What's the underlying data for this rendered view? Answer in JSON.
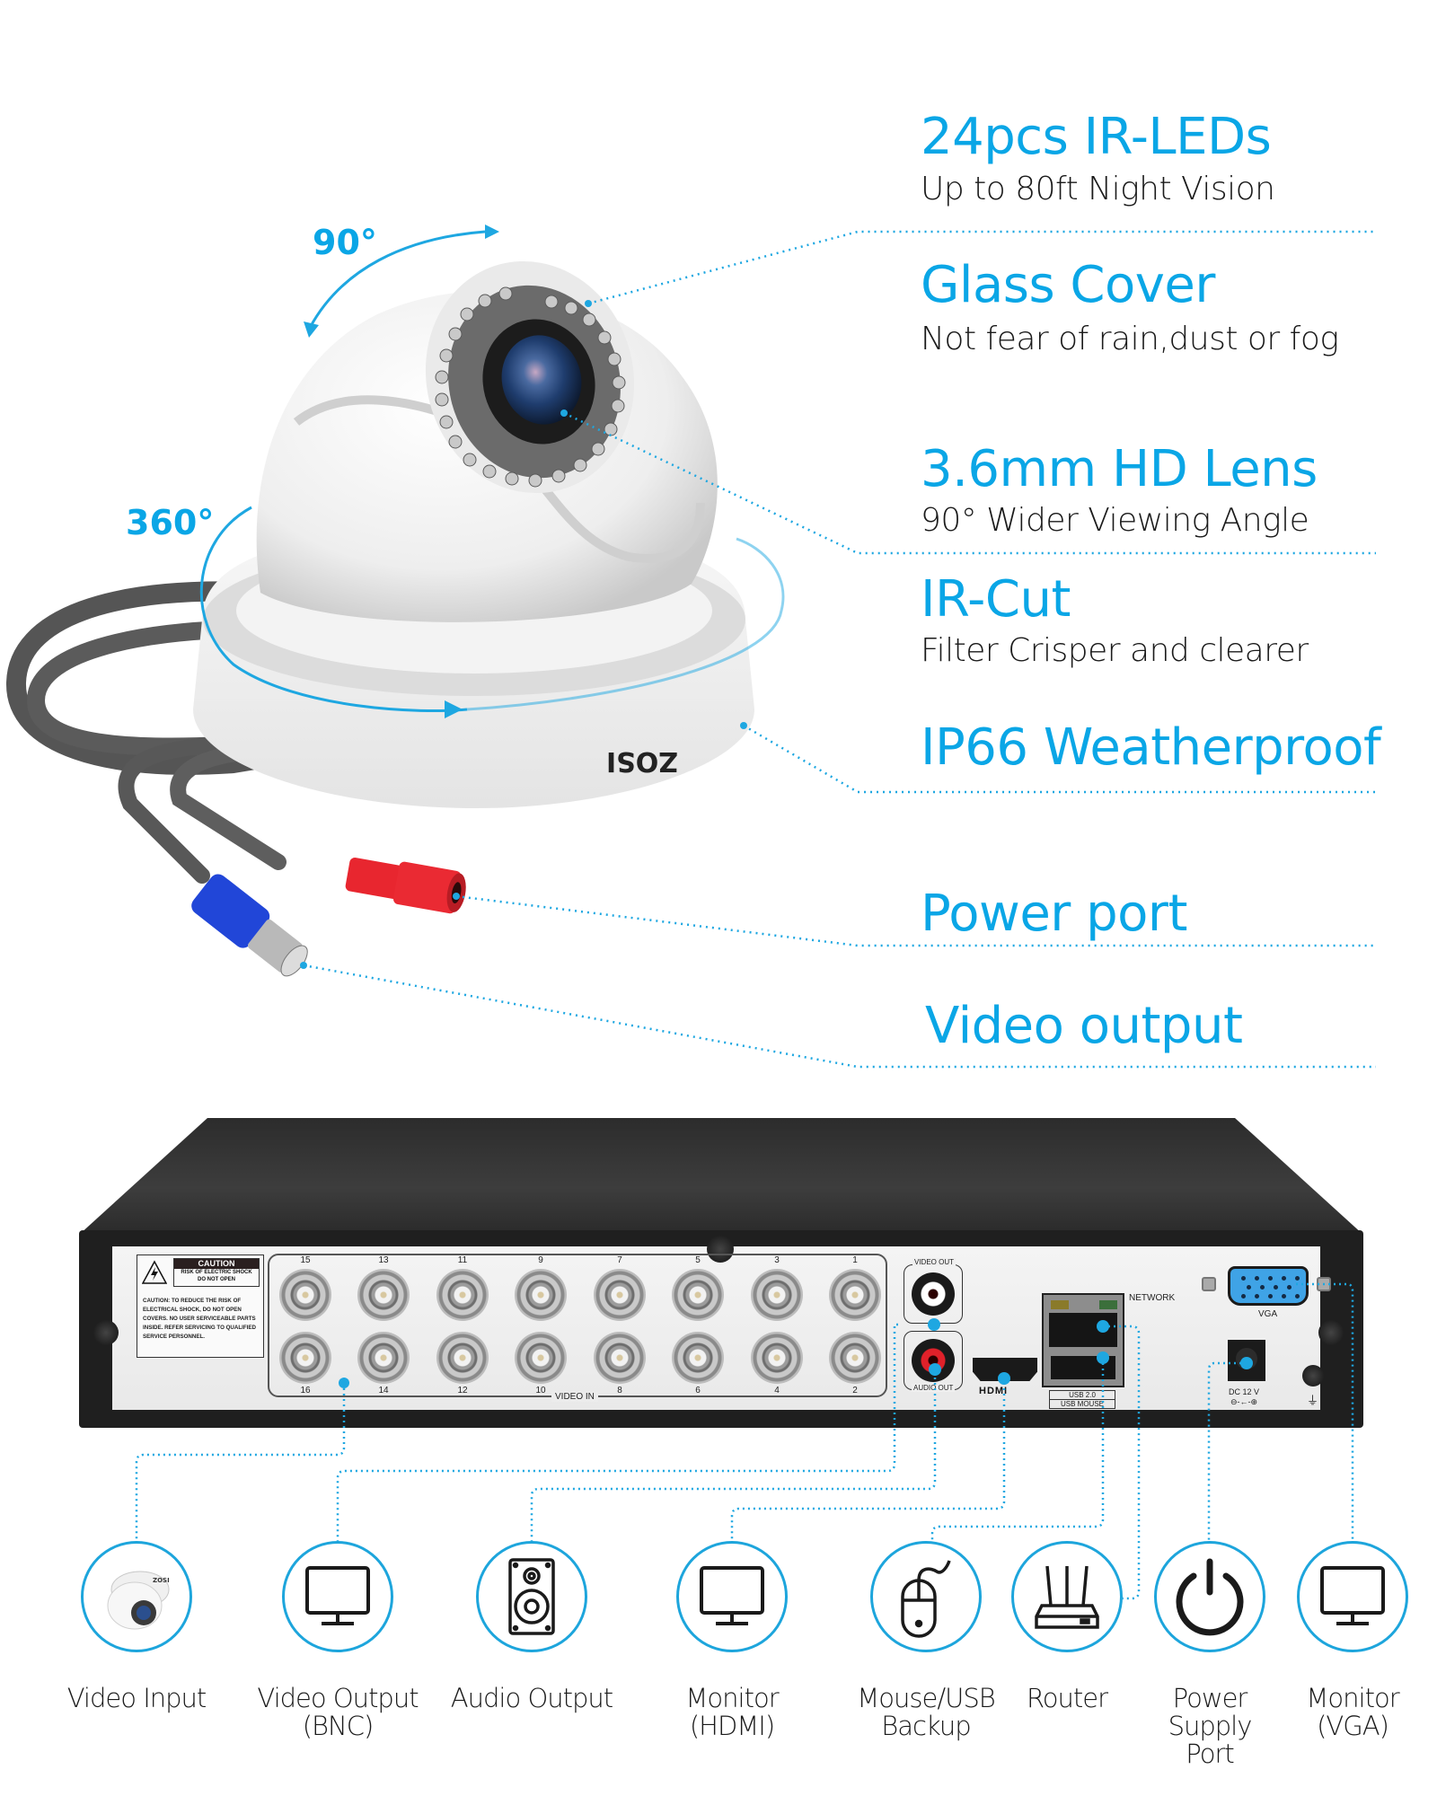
{
  "accent_color": "#0aa6e6",
  "camera": {
    "brand_mark": "ZOSI",
    "tilt_angle_label": "90°",
    "pan_angle_label": "360°"
  },
  "features": [
    {
      "title": "24pcs IR-LEDs",
      "subtitle": "Up to 80ft Night Vision"
    },
    {
      "title": "Glass Cover",
      "subtitle": "Not fear of rain,dust or fog"
    },
    {
      "title": "3.6mm HD Lens",
      "subtitle": "90° Wider Viewing Angle"
    },
    {
      "title": "IR-Cut",
      "subtitle": "Filter Crisper and clearer"
    },
    {
      "title": "IP66 Weatherproof",
      "subtitle": ""
    },
    {
      "title": "Power port",
      "subtitle": ""
    },
    {
      "title": "Video output",
      "subtitle": ""
    }
  ],
  "dvr": {
    "caution": {
      "heading": "CAUTION",
      "line1": "RISK OF ELECTRIC SHOCK",
      "line2": "DO NOT OPEN",
      "body": "CAUTION: TO REDUCE THE RISK OF ELECTRICAL SHOCK, DO NOT OPEN COVERS. NO USER SERVICEABLE PARTS INSIDE. REFER SERVICING TO QUALIFIED SERVICE PERSONNEL."
    },
    "video_in_label": "VIDEO IN",
    "top_row_ports": [
      "15",
      "13",
      "11",
      "9",
      "7",
      "5",
      "3",
      "1"
    ],
    "bottom_row_ports": [
      "16",
      "14",
      "12",
      "10",
      "8",
      "6",
      "4",
      "2"
    ],
    "video_out_label": "VIDEO OUT",
    "audio_out_label": "AUDIO OUT",
    "hdmi_label": "HDMI",
    "network_label": "NETWORK",
    "usb_label_1": "USB 2.0",
    "usb_label_2": "USB MOUSE",
    "vga_label": "VGA",
    "dc_label": "DC 12 V",
    "dc_polarity": "⊖-←-⊕",
    "ground_symbol": "⏚"
  },
  "connections": [
    {
      "label_line1": "Video Input",
      "label_line2": "",
      "label_line3": "",
      "icon": "dome-camera-icon"
    },
    {
      "label_line1": "Video Output",
      "label_line2": "(BNC)",
      "label_line3": "",
      "icon": "monitor-icon"
    },
    {
      "label_line1": "Audio Output",
      "label_line2": "",
      "label_line3": "",
      "icon": "speaker-icon"
    },
    {
      "label_line1": "Monitor",
      "label_line2": "(HDMI)",
      "label_line3": "",
      "icon": "monitor-icon"
    },
    {
      "label_line1": "Mouse/USB",
      "label_line2": "Backup",
      "label_line3": "",
      "icon": "mouse-icon"
    },
    {
      "label_line1": "Router",
      "label_line2": "",
      "label_line3": "",
      "icon": "router-icon"
    },
    {
      "label_line1": "Power",
      "label_line2": "Supply",
      "label_line3": "Port",
      "icon": "power-icon"
    },
    {
      "label_line1": "Monitor",
      "label_line2": "(VGA)",
      "label_line3": "",
      "icon": "monitor-icon"
    }
  ]
}
